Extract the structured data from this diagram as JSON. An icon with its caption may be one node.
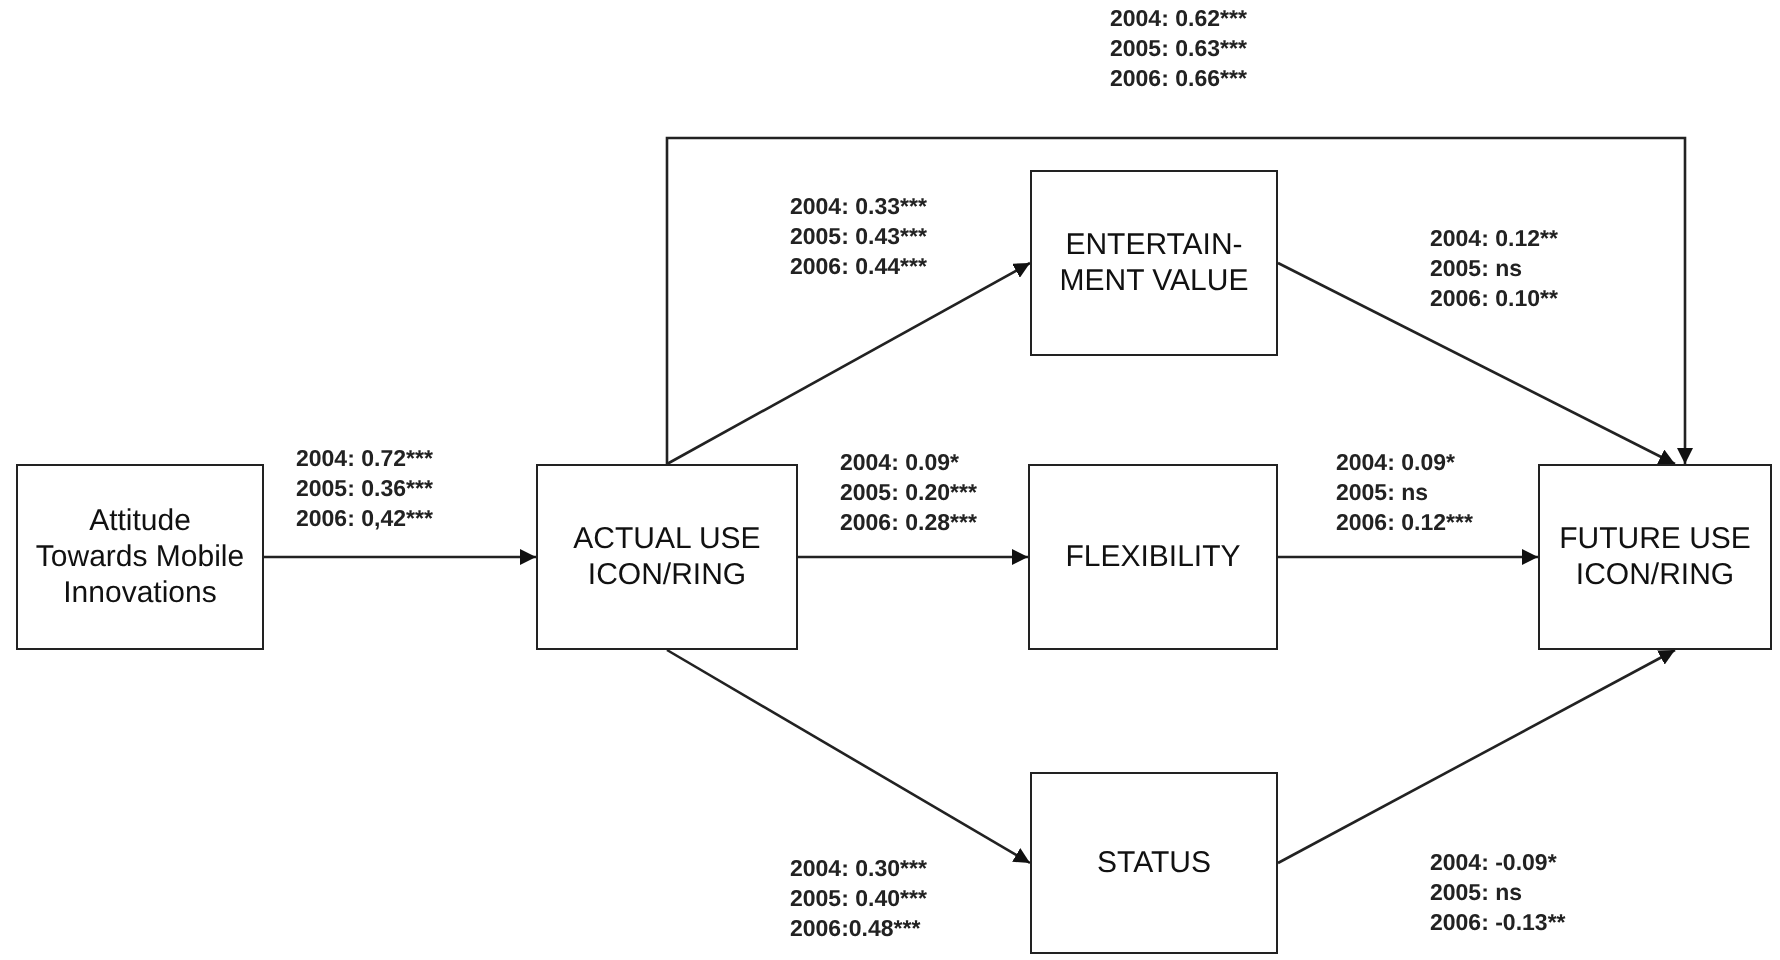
{
  "diagram": {
    "nodes": [
      {
        "text": [
          "Attitude Towards Mobile Innovations"
        ]
      },
      {
        "text": [
          "ACTUAL USE ICON/RING"
        ]
      },
      {
        "text": [
          "ENTERTAIN- MENT VALUE"
        ]
      },
      {
        "text": [
          "FLEXIBILITY"
        ]
      },
      {
        "text": [
          "STATUS"
        ]
      },
      {
        "text": [
          "FUTURE USE ICON/RING"
        ]
      }
    ],
    "edges": [
      {
        "from": 0,
        "to": 1,
        "arrow": "to",
        "label": "2004:  0.72*** 2005: 0.36*** 2006: 0,42***"
      },
      {
        "from": 1,
        "to": 5,
        "arrow": "to",
        "label": "2004: 0.62*** 2005: 0.63*** 2006: 0.66***"
      },
      {
        "from": 1,
        "to": 2,
        "arrow": "to",
        "label": "2004: 0.33*** 2005: 0.43*** 2006: 0.44***"
      },
      {
        "from": 1,
        "to": 3,
        "arrow": "to",
        "label": "2004: 0.09* 2005: 0.20*** 2006: 0.28***"
      },
      {
        "from": 1,
        "to": 4,
        "arrow": "to",
        "label": "2004: 0.30*** 2005: 0.40*** 2006:0.48***"
      },
      {
        "from": 2,
        "to": 5,
        "arrow": "to",
        "label": "2004: 0.12** 2005: ns 2006: 0.10**"
      },
      {
        "from": 3,
        "to": 5,
        "arrow": "to",
        "label": "2004: 0.09* 2005: ns 2006: 0.12***"
      },
      {
        "from": 4,
        "to": 5,
        "arrow": "to",
        "label": "2004: -0.09* 2005: ns 2006: -0.13**"
      }
    ]
  }
}
